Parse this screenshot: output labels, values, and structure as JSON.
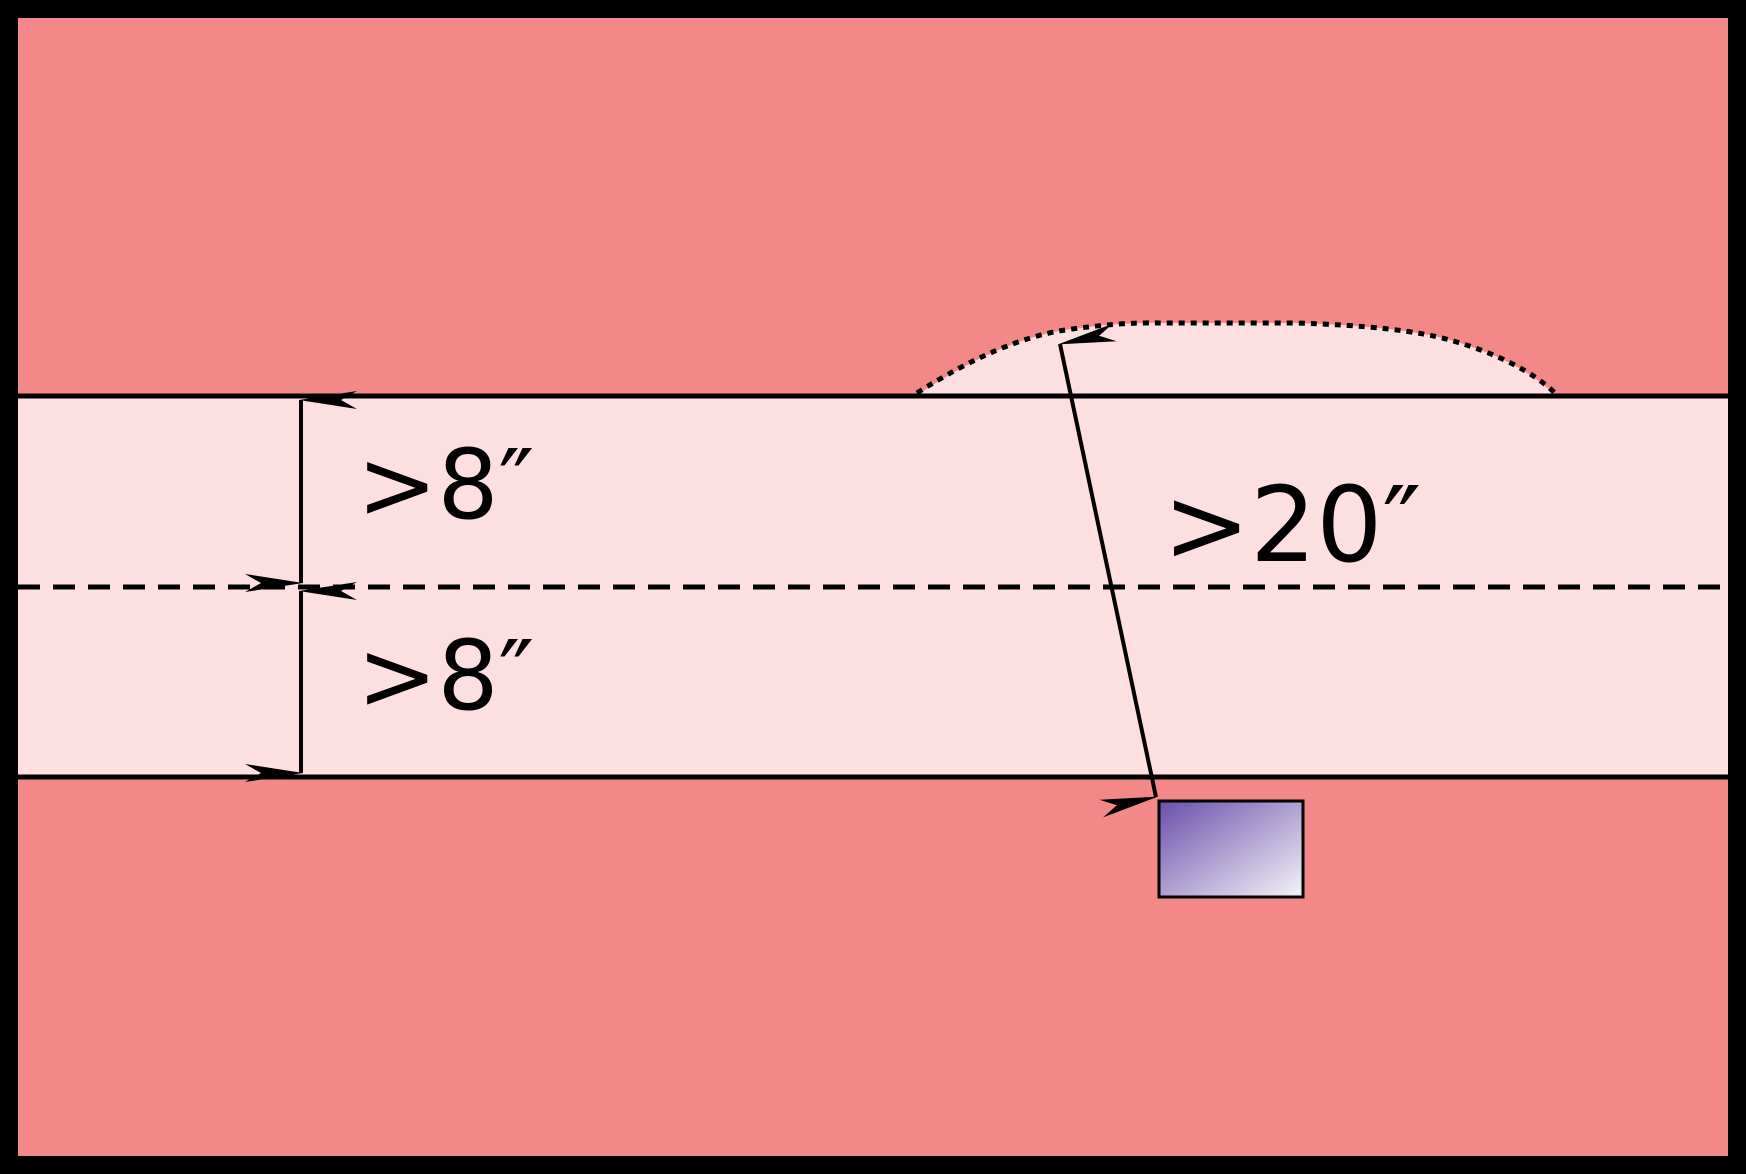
{
  "diagram": {
    "labels": {
      "upper_gap": ">8″",
      "lower_gap": ">8″",
      "diagonal_gap": ">20″"
    },
    "colors": {
      "border": "#000000",
      "outer_zone": "#f38889",
      "clear_zone": "#fcdfe0",
      "line": "#000000",
      "object_gradient_start": "#6a4fab",
      "object_gradient_end": "#f4f3f8",
      "object_stroke": "#000000"
    }
  }
}
